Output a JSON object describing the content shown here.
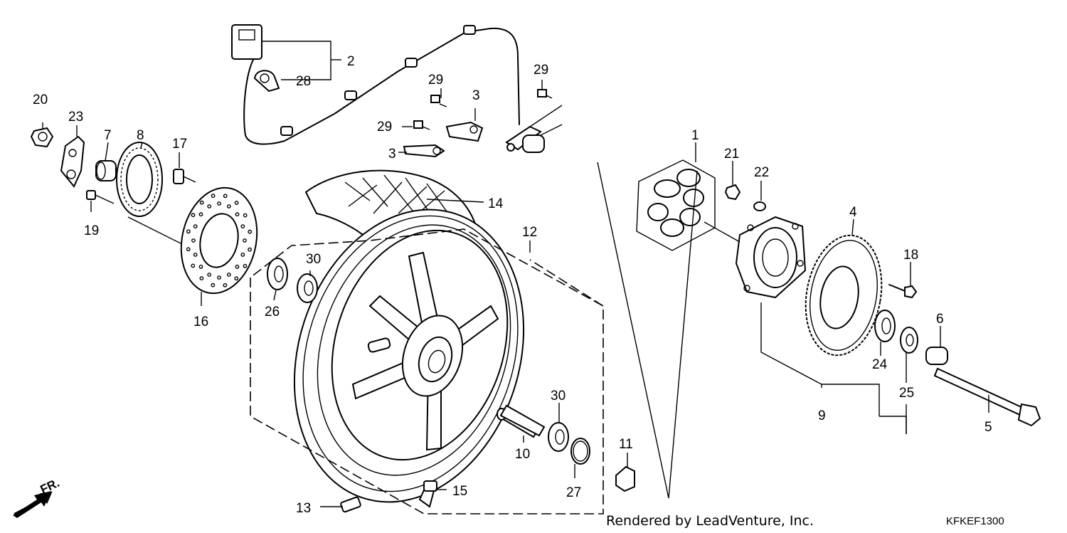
{
  "labels": {
    "p1": "1",
    "p2": "2",
    "p3a": "3",
    "p3b": "3",
    "p4": "4",
    "p5": "5",
    "p6": "6",
    "p7": "7",
    "p8": "8",
    "p9": "9",
    "p10": "10",
    "p11": "11",
    "p12": "12",
    "p13": "13",
    "p14": "14",
    "p15": "15",
    "p16": "16",
    "p17": "17",
    "p18": "18",
    "p19": "19",
    "p20": "20",
    "p21": "21",
    "p22": "22",
    "p23": "23",
    "p24": "24",
    "p25": "25",
    "p26": "26",
    "p27": "27",
    "p28": "28",
    "p29a": "29",
    "p29b": "29",
    "p29c": "29",
    "p30a": "30",
    "p30b": "30"
  },
  "direction": "FR.",
  "credit": "Rendered by LeadVenture, Inc.",
  "diagram_code": "KFKEF1300"
}
